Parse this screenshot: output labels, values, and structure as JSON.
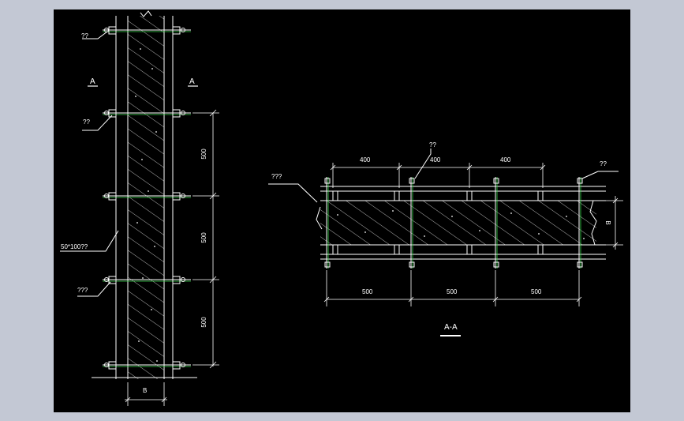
{
  "drawing": {
    "left_view": {
      "section_mark_left": "A",
      "section_mark_right": "A",
      "callout_top": "??",
      "callout_second": "??",
      "callout_material": "50*100??",
      "callout_bottom": "???",
      "dims": [
        "500",
        "500",
        "500"
      ],
      "width_label": "B"
    },
    "section_view": {
      "callout_left": "???",
      "callout_top": "??",
      "callout_right": "??",
      "top_dims": [
        "400",
        "400",
        "400"
      ],
      "bottom_dims": [
        "500",
        "500",
        "500"
      ],
      "height_label": "B",
      "title": "A-A"
    }
  }
}
